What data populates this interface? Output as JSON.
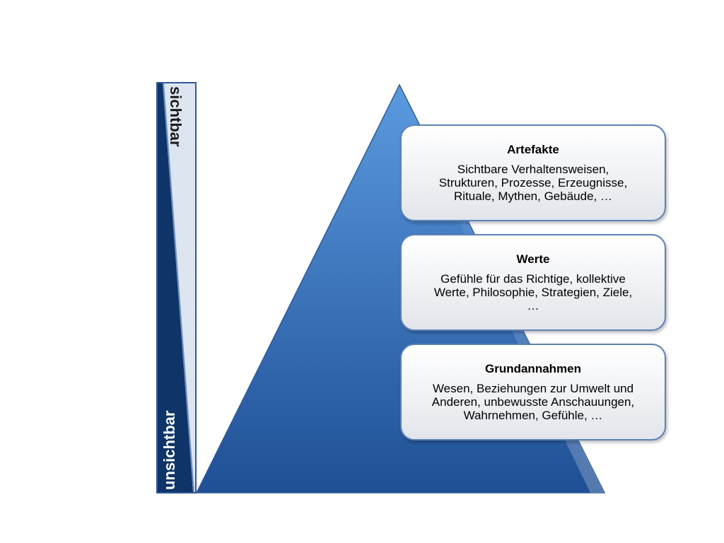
{
  "side_bar": {
    "top_label": "sichtbar",
    "bottom_label": "unsichtbar"
  },
  "layers": [
    {
      "title": "Artefakte",
      "lines": [
        "Sichtbare Verhaltensweisen,",
        "Strukturen, Prozesse, Erzeugnisse,",
        "Rituale, Mythen,  Gebäude, …"
      ]
    },
    {
      "title": "Werte",
      "lines": [
        "Gefühle für das Richtige, kollektive",
        "Werte, Philosophie, Strategien, Ziele,",
        "…"
      ]
    },
    {
      "title": "Grundannahmen",
      "lines": [
        "Wesen, Beziehungen zur Umwelt und",
        "Anderen, unbewusste Anschauungen,",
        "Wahrnehmen, Gefühle, …"
      ]
    }
  ],
  "colors": {
    "pyramid_top": "#5b9ae0",
    "pyramid_bottom": "#1f4f95",
    "bar_dark": "#0e3468",
    "bar_light": "#dde5f0",
    "border": "#5b82b8"
  }
}
